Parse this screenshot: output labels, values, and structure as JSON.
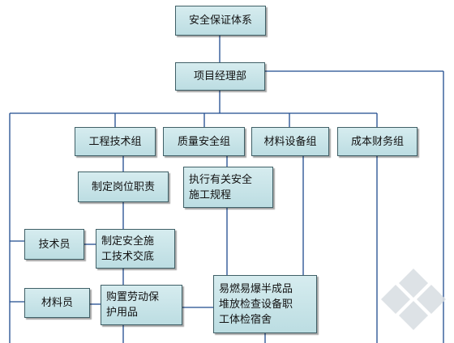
{
  "nodes": {
    "root": "安全保证体系",
    "pm": "项目经理部",
    "tech_group": "工程技术组",
    "quality_group": "质量安全组",
    "material_group": "材料设备组",
    "cost_group": "成本财务组",
    "job_duty": "制定岗位职责",
    "exec_rules": "执行有关安全\n施工规程",
    "technician": "技术员",
    "safety_disclosure": "制定安全施\n工技术交底",
    "material_staff": "材料员",
    "buy_ppe": "购置劳动保\n护用品",
    "inspection": "易燃易爆半成品\n堆放检查设备职\n工体检宿舍"
  },
  "colors": {
    "box_fill": "#c8e4e8",
    "box_border": "#3f5f66",
    "line": "#1f4b8e"
  }
}
